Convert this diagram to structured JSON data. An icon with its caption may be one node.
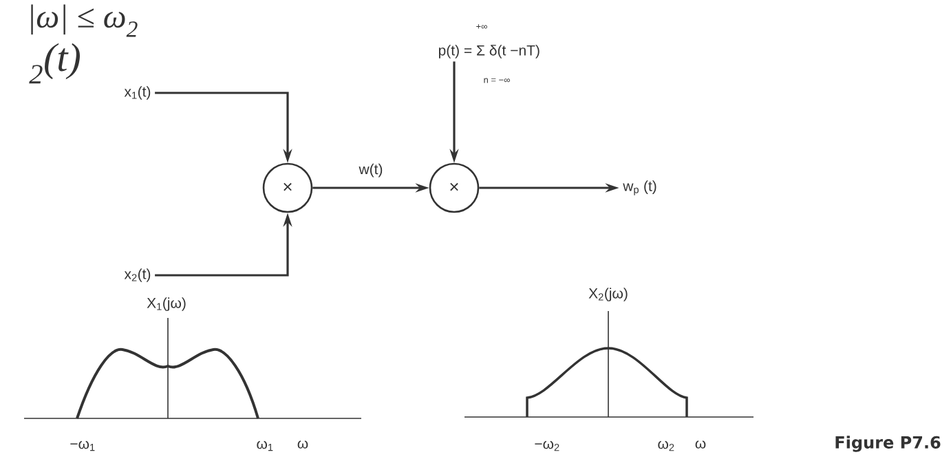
{
  "diagram": {
    "caption": "Figure P7.6",
    "nodes": [
      {
        "text": [
          "x$_{1}$(t)"
        ]
      },
      {
        "text": [
          "x$_{2}$(t)"
        ]
      },
      {
        "text": [
          "×"
        ]
      },
      {
        "text": [
          "+∞",
          "p(t) = Σ δ(t −nT)",
          "n = −∞"
        ]
      },
      {
        "text": [
          "×"
        ]
      },
      {
        "text": [
          "w$_{p}$ (t)"
        ]
      }
    ],
    "edges": [
      {
        "from": 0,
        "to": 2,
        "arrow": "to"
      },
      {
        "from": 1,
        "to": 2,
        "arrow": "to"
      },
      {
        "from": 2,
        "to": 4,
        "arrow": "to",
        "label": "w(t)"
      },
      {
        "from": 3,
        "to": 4,
        "arrow": "to"
      },
      {
        "from": 4,
        "to": 5,
        "arrow": "to"
      }
    ],
    "labels": [
      "|ω| ≤ ω$_{2}$",
      "$_{2}$(t)",
      "X$_{1}$(jω)",
      "−ω$_{1}$",
      "ω$_{1}$",
      "ω",
      "X$_{2}$(jω)",
      "−ω$_{2}$",
      "ω$_{2}$",
      "ω"
    ]
  }
}
